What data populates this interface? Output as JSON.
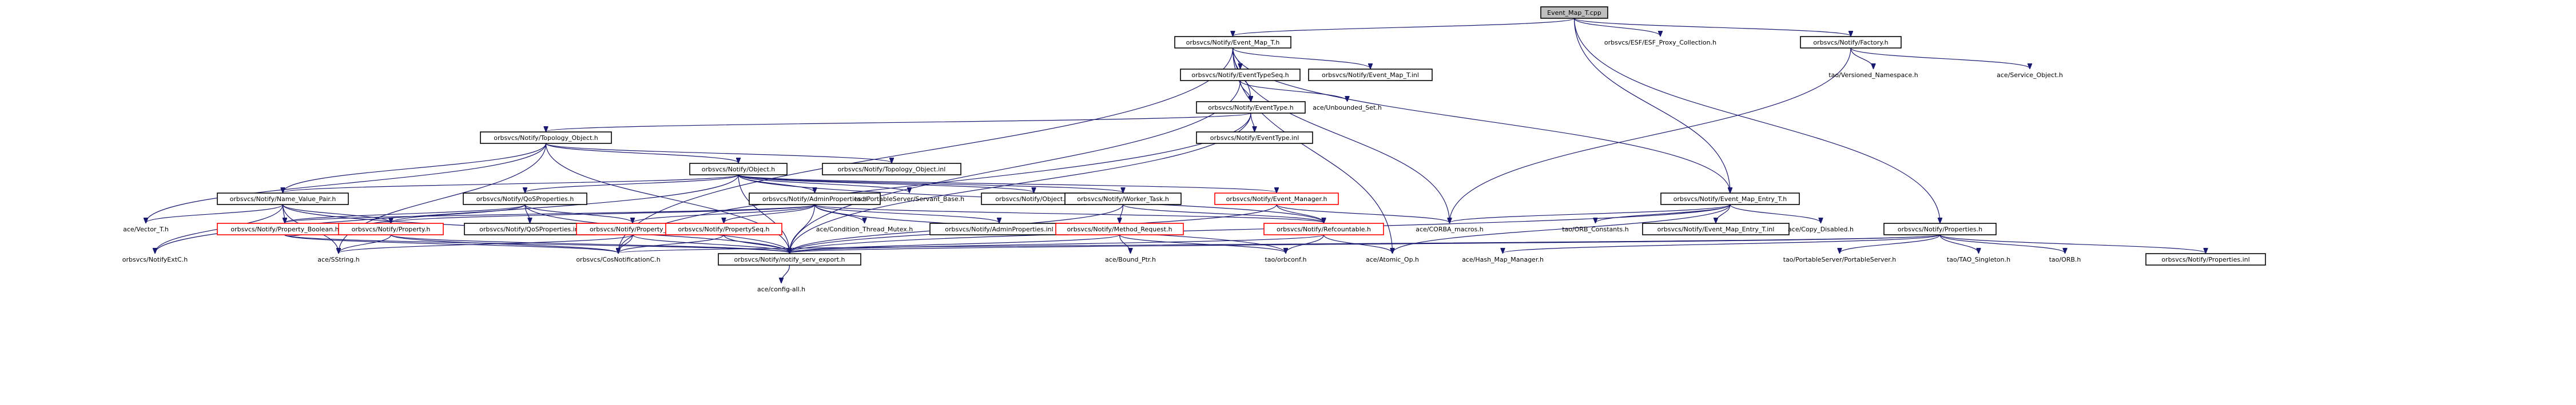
{
  "graph": {
    "nodes": [
      {
        "id": "root",
        "label": "Event_Map_T.cpp",
        "style": "root"
      },
      {
        "id": "emt_h",
        "label": "orbsvcs/Notify/Event_Map_T.h",
        "style": "box"
      },
      {
        "id": "esf_prox",
        "label": "orbsvcs/ESF/ESF_Proxy_Collection.h",
        "style": "plain"
      },
      {
        "id": "factory_h",
        "label": "orbsvcs/Notify/Factory.h",
        "style": "box"
      },
      {
        "id": "etseq_h",
        "label": "orbsvcs/Notify/EventTypeSeq.h",
        "style": "box"
      },
      {
        "id": "emt_inl",
        "label": "orbsvcs/Notify/Event_Map_T.inl",
        "style": "box"
      },
      {
        "id": "vns_h",
        "label": "tao/Versioned_Namespace.h",
        "style": "plain"
      },
      {
        "id": "svcobj_h",
        "label": "ace/Service_Object.h",
        "style": "plain"
      },
      {
        "id": "et_h",
        "label": "orbsvcs/Notify/EventType.h",
        "style": "box"
      },
      {
        "id": "unb_set",
        "label": "ace/Unbounded_Set.h",
        "style": "plain"
      },
      {
        "id": "topo_h",
        "label": "orbsvcs/Notify/Topology_Object.h",
        "style": "box"
      },
      {
        "id": "et_inl",
        "label": "orbsvcs/Notify/EventType.inl",
        "style": "box"
      },
      {
        "id": "obj_h",
        "label": "orbsvcs/Notify/Object.h",
        "style": "box"
      },
      {
        "id": "topo_inl",
        "label": "orbsvcs/Notify/Topology_Object.inl",
        "style": "box"
      },
      {
        "id": "nvp_h",
        "label": "orbsvcs/Notify/Name_Value_Pair.h",
        "style": "box"
      },
      {
        "id": "qos_h",
        "label": "orbsvcs/Notify/QoSProperties.h",
        "style": "box"
      },
      {
        "id": "admin_h",
        "label": "orbsvcs/Notify/AdminProperties.h",
        "style": "box"
      },
      {
        "id": "psb_h",
        "label": "tao/PortableServer/Servant_Base.h",
        "style": "plain"
      },
      {
        "id": "obj_inl",
        "label": "orbsvcs/Notify/Object.inl",
        "style": "box"
      },
      {
        "id": "wt_h",
        "label": "orbsvcs/Notify/Worker_Task.h",
        "style": "box"
      },
      {
        "id": "evm_h",
        "label": "orbsvcs/Notify/Event_Manager.h",
        "style": "red"
      },
      {
        "id": "emet_h",
        "label": "orbsvcs/Notify/Event_Map_Entry_T.h",
        "style": "box"
      },
      {
        "id": "vector_h",
        "label": "ace/Vector_T.h",
        "style": "plain"
      },
      {
        "id": "pb_h",
        "label": "orbsvcs/Notify/Property_Boolean.h",
        "style": "red"
      },
      {
        "id": "prop_h",
        "label": "orbsvcs/Notify/Property.h",
        "style": "red"
      },
      {
        "id": "qos_inl",
        "label": "orbsvcs/Notify/QoSProperties.inl",
        "style": "box"
      },
      {
        "id": "propt_h",
        "label": "orbsvcs/Notify/Property_T.h",
        "style": "red"
      },
      {
        "id": "propseq_h",
        "label": "orbsvcs/Notify/PropertySeq.h",
        "style": "red"
      },
      {
        "id": "ctm_h",
        "label": "ace/Condition_Thread_Mutex.h",
        "style": "plain"
      },
      {
        "id": "admin_inl",
        "label": "orbsvcs/Notify/AdminProperties.inl",
        "style": "box"
      },
      {
        "id": "mr_h",
        "label": "orbsvcs/Notify/Method_Request.h",
        "style": "red"
      },
      {
        "id": "refc_h",
        "label": "orbsvcs/Notify/Refcountable.h",
        "style": "red"
      },
      {
        "id": "corba_macros",
        "label": "ace/CORBA_macros.h",
        "style": "plain"
      },
      {
        "id": "orb_const",
        "label": "tao/ORB_Constants.h",
        "style": "plain"
      },
      {
        "id": "emet_inl",
        "label": "orbsvcs/Notify/Event_Map_Entry_T.inl",
        "style": "box"
      },
      {
        "id": "copy_dis",
        "label": "ace/Copy_Disabled.h",
        "style": "plain"
      },
      {
        "id": "props_h",
        "label": "orbsvcs/Notify/Properties.h",
        "style": "box"
      },
      {
        "id": "exc_h",
        "label": "orbsvcs/NotifyExtC.h",
        "style": "plain"
      },
      {
        "id": "sstring_h",
        "label": "ace/SString.h",
        "style": "plain"
      },
      {
        "id": "cosnc_h",
        "label": "orbsvcs/CosNotificationC.h",
        "style": "plain"
      },
      {
        "id": "export_h",
        "label": "orbsvcs/Notify/notify_serv_export.h",
        "style": "box"
      },
      {
        "id": "bound_ptr",
        "label": "ace/Bound_Ptr.h",
        "style": "plain"
      },
      {
        "id": "orbconf_h",
        "label": "tao/orbconf.h",
        "style": "plain"
      },
      {
        "id": "atomic_op",
        "label": "ace/Atomic_Op.h",
        "style": "plain"
      },
      {
        "id": "hmm_h",
        "label": "ace/Hash_Map_Manager.h",
        "style": "plain"
      },
      {
        "id": "ps_server",
        "label": "tao/PortableServer/PortableServer.h",
        "style": "plain"
      },
      {
        "id": "tao_single",
        "label": "tao/TAO_Singleton.h",
        "style": "plain"
      },
      {
        "id": "orb_h",
        "label": "tao/ORB.h",
        "style": "plain"
      },
      {
        "id": "props_inl",
        "label": "orbsvcs/Notify/Properties.inl",
        "style": "box"
      },
      {
        "id": "config_all",
        "label": "ace/config-all.h",
        "style": "plain"
      }
    ],
    "edges": [
      [
        "root",
        "emt_h"
      ],
      [
        "root",
        "esf_prox"
      ],
      [
        "root",
        "factory_h"
      ],
      [
        "root",
        "emet_h"
      ],
      [
        "root",
        "props_h"
      ],
      [
        "emt_h",
        "etseq_h"
      ],
      [
        "emt_h",
        "emt_inl"
      ],
      [
        "emt_h",
        "et_h"
      ],
      [
        "emt_h",
        "emet_h"
      ],
      [
        "emt_h",
        "corba_macros"
      ],
      [
        "emt_h",
        "atomic_op"
      ],
      [
        "emt_h",
        "cosnc_h"
      ],
      [
        "factory_h",
        "vns_h"
      ],
      [
        "factory_h",
        "svcobj_h"
      ],
      [
        "factory_h",
        "corba_macros"
      ],
      [
        "etseq_h",
        "et_h"
      ],
      [
        "etseq_h",
        "unb_set"
      ],
      [
        "etseq_h",
        "export_h"
      ],
      [
        "et_h",
        "topo_h"
      ],
      [
        "et_h",
        "et_inl"
      ],
      [
        "et_h",
        "export_h"
      ],
      [
        "et_h",
        "cosnc_h"
      ],
      [
        "topo_h",
        "obj_h"
      ],
      [
        "topo_h",
        "topo_inl"
      ],
      [
        "topo_h",
        "nvp_h"
      ],
      [
        "topo_h",
        "vector_h"
      ],
      [
        "topo_h",
        "sstring_h"
      ],
      [
        "topo_h",
        "export_h"
      ],
      [
        "obj_h",
        "nvp_h"
      ],
      [
        "obj_h",
        "qos_h"
      ],
      [
        "obj_h",
        "admin_h"
      ],
      [
        "obj_h",
        "psb_h"
      ],
      [
        "obj_h",
        "obj_inl"
      ],
      [
        "obj_h",
        "wt_h"
      ],
      [
        "obj_h",
        "evm_h"
      ],
      [
        "obj_h",
        "refc_h"
      ],
      [
        "obj_h",
        "export_h"
      ],
      [
        "obj_h",
        "exc_h"
      ],
      [
        "nvp_h",
        "vector_h"
      ],
      [
        "nvp_h",
        "pb_h"
      ],
      [
        "nvp_h",
        "prop_h"
      ],
      [
        "nvp_h",
        "sstring_h"
      ],
      [
        "nvp_h",
        "export_h"
      ],
      [
        "nvp_h",
        "exc_h"
      ],
      [
        "qos_h",
        "pb_h"
      ],
      [
        "qos_h",
        "prop_h"
      ],
      [
        "qos_h",
        "qos_inl"
      ],
      [
        "qos_h",
        "propt_h"
      ],
      [
        "qos_h",
        "export_h"
      ],
      [
        "admin_h",
        "pb_h"
      ],
      [
        "admin_h",
        "prop_h"
      ],
      [
        "admin_h",
        "propt_h"
      ],
      [
        "admin_h",
        "propseq_h"
      ],
      [
        "admin_h",
        "ctm_h"
      ],
      [
        "admin_h",
        "admin_inl"
      ],
      [
        "admin_h",
        "refc_h"
      ],
      [
        "admin_h",
        "export_h"
      ],
      [
        "admin_h",
        "orbconf_h"
      ],
      [
        "wt_h",
        "mr_h"
      ],
      [
        "wt_h",
        "refc_h"
      ],
      [
        "wt_h",
        "export_h"
      ],
      [
        "evm_h",
        "refc_h"
      ],
      [
        "evm_h",
        "export_h"
      ],
      [
        "evm_h",
        "corba_macros"
      ],
      [
        "emet_h",
        "corba_macros"
      ],
      [
        "emet_h",
        "orb_const"
      ],
      [
        "emet_h",
        "emet_inl"
      ],
      [
        "emet_h",
        "copy_dis"
      ],
      [
        "emet_h",
        "export_h"
      ],
      [
        "emet_h",
        "atomic_op"
      ],
      [
        "pb_h",
        "prop_h"
      ],
      [
        "pb_h",
        "cosnc_h"
      ],
      [
        "pb_h",
        "export_h"
      ],
      [
        "prop_h",
        "sstring_h"
      ],
      [
        "prop_h",
        "cosnc_h"
      ],
      [
        "prop_h",
        "export_h"
      ],
      [
        "propt_h",
        "cosnc_h"
      ],
      [
        "propt_h",
        "export_h"
      ],
      [
        "propt_h",
        "sstring_h"
      ],
      [
        "propseq_h",
        "cosnc_h"
      ],
      [
        "propseq_h",
        "export_h"
      ],
      [
        "mr_h",
        "bound_ptr"
      ],
      [
        "mr_h",
        "export_h"
      ],
      [
        "mr_h",
        "orbconf_h"
      ],
      [
        "refc_h",
        "orbconf_h"
      ],
      [
        "refc_h",
        "atomic_op"
      ],
      [
        "refc_h",
        "export_h"
      ],
      [
        "props_h",
        "ps_server"
      ],
      [
        "props_h",
        "tao_single"
      ],
      [
        "props_h",
        "orb_h"
      ],
      [
        "props_h",
        "props_inl"
      ],
      [
        "props_h",
        "export_h"
      ],
      [
        "props_h",
        "hmm_h"
      ],
      [
        "props_h",
        "cosnc_h"
      ],
      [
        "export_h",
        "config_all"
      ]
    ]
  }
}
